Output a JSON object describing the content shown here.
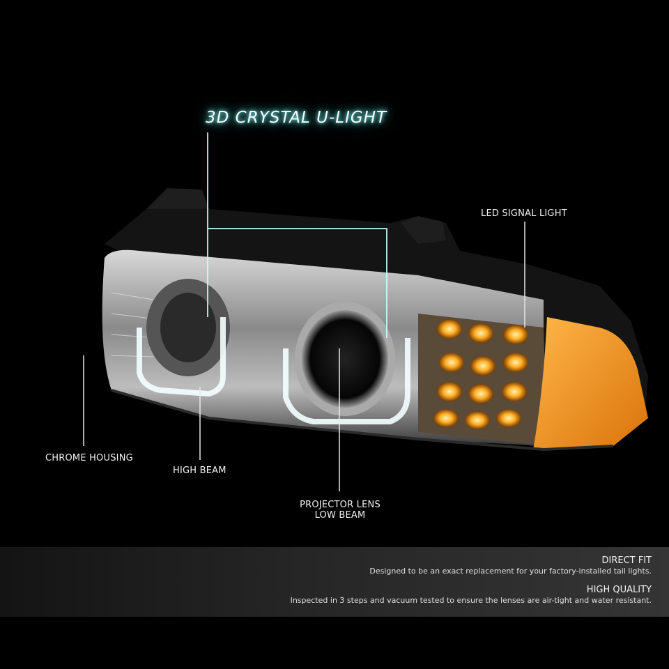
{
  "headline": "3D CRYSTAL U-LIGHT",
  "callouts": {
    "led_signal": "LED SIGNAL LIGHT",
    "chrome_housing": "CHROME HOUSING",
    "high_beam": "HIGH BEAM",
    "projector_line1": "PROJECTOR LENS",
    "projector_line2": "LOW BEAM"
  },
  "features": [
    {
      "title": "DIRECT FIT",
      "text": "Designed to be an exact replacement for your factory-installed tail lights."
    },
    {
      "title": "HIGH QUALITY",
      "text": "Inspected in 3 steps and vacuum tested to ensure the lenses are air-tight and water resistant."
    }
  ],
  "colors": {
    "background": "#000000",
    "amber": "#f39a1c",
    "halo_glow": "#d8ffff"
  }
}
